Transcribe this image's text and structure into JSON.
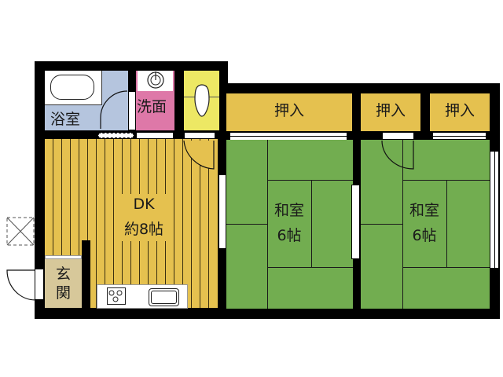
{
  "floor_plan": {
    "rooms": [
      {
        "id": "bath",
        "label": "浴室",
        "color": "#b5c5de"
      },
      {
        "id": "washroom",
        "label": "洗面",
        "color": "#de78a8"
      },
      {
        "id": "toilet",
        "label": "",
        "color": "#ede864"
      },
      {
        "id": "closet1",
        "label": "押入",
        "color": "#e5c14f"
      },
      {
        "id": "closet2",
        "label": "押入",
        "color": "#e5c14f"
      },
      {
        "id": "closet3",
        "label": "押入",
        "color": "#e5c14f"
      },
      {
        "id": "dk",
        "label_line1": "DK",
        "label_line2": "約8帖",
        "color": "#e5c14f"
      },
      {
        "id": "entrance",
        "label_line1": "玄",
        "label_line2": "関",
        "color": "#d7c89a"
      },
      {
        "id": "washitsu1",
        "label_line1": "和室",
        "label_line2": "6帖",
        "color": "#72ad50"
      },
      {
        "id": "washitsu2",
        "label_line1": "和室",
        "label_line2": "6帖",
        "color": "#72ad50"
      }
    ],
    "colors": {
      "wall": "#000000",
      "tatami": "#72ad50",
      "flooring": "#e5c14f",
      "bath": "#b5c5de",
      "washroom": "#de78a8",
      "toilet": "#ede864",
      "entrance": "#d7c89a"
    }
  }
}
